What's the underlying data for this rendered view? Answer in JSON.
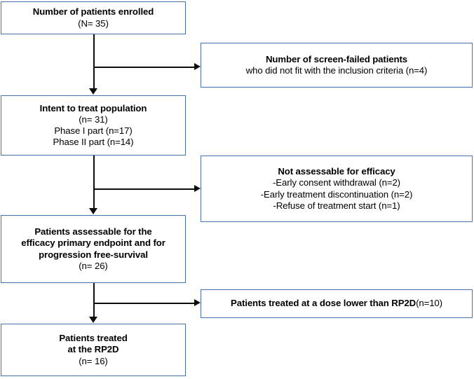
{
  "diagram": {
    "title": "Patient enrollment and analysis flow diagram",
    "type": "flowchart",
    "border_color": "#4472a8",
    "connector_color": "#0d0d0d",
    "background_color": "#ffffff"
  },
  "nodes": {
    "enrolled": {
      "lines": [
        {
          "text": "Number of patients enrolled",
          "bold": true
        },
        {
          "text": "(N= 35)",
          "bold": false
        }
      ],
      "heading": "Number of patients enrolled",
      "count_label": "(N= 35)",
      "count": 35
    },
    "screen_failed": {
      "lines": [
        {
          "text": "Number of screen-failed patients",
          "bold": true
        },
        {
          "text": "who did not fit with the inclusion criteria (n=4)",
          "bold": false
        }
      ],
      "heading": "Number of screen-failed patients",
      "detail": "who did not fit with the inclusion criteria (n=4)",
      "count": 4
    },
    "itt": {
      "lines": [
        {
          "text": "Intent to treat population",
          "bold": true
        },
        {
          "text": "(n= 31)",
          "bold": false
        },
        {
          "text": "Phase I part (n=17)",
          "bold": false
        },
        {
          "text": "Phase II part (n=14)",
          "bold": false
        }
      ],
      "heading": "Intent to treat population",
      "count_label": "(n= 31)",
      "count": 31,
      "phase_1": "Phase I part (n=17)",
      "phase_2": "Phase II part (n=14)"
    },
    "not_assessable": {
      "lines": [
        {
          "text": "Not assessable for efficacy",
          "bold": true
        },
        {
          "text": "-Early consent withdrawal (n=2)",
          "bold": false
        },
        {
          "text": "-Early treatment discontinuation (n=2)",
          "bold": false
        },
        {
          "text": "-Refuse of treatment start  (n=1)",
          "bold": false
        }
      ],
      "heading": "Not assessable for efficacy",
      "reasons": [
        "-Early consent withdrawal (n=2)",
        "-Early treatment discontinuation (n=2)",
        "-Refuse of treatment start  (n=1)"
      ]
    },
    "assessable": {
      "lines": [
        {
          "text": "Patients assessable for the",
          "bold": true
        },
        {
          "text": "efficacy primary endpoint and for",
          "bold": true
        },
        {
          "text": "progression free-survival",
          "bold": true
        },
        {
          "text": "(n= 26)",
          "bold": false
        }
      ],
      "heading": "Patients assessable for the efficacy primary endpoint and for progression free-survival",
      "count_label": "(n= 26)",
      "count": 26
    },
    "lower_dose": {
      "heading": "Patients treated at a dose lower than RP2D",
      "count_label": "(n=10)",
      "count": 10
    },
    "rp2d": {
      "lines": [
        {
          "text": "Patients treated",
          "bold": true
        },
        {
          "text": "at the RP2D",
          "bold": true
        },
        {
          "text": "(n= 16)",
          "bold": false
        }
      ],
      "heading": "Patients treated at the RP2D",
      "count_label": "(n= 16)",
      "count": 16
    }
  },
  "connectors": [
    {
      "name": "enrolled-to-itt",
      "from": "enrolled",
      "to": "itt",
      "direction": "down"
    },
    {
      "name": "enrolled-to-screen-failed",
      "from": "enrolled",
      "to": "screen_failed",
      "direction": "right"
    },
    {
      "name": "itt-to-assessable",
      "from": "itt",
      "to": "assessable",
      "direction": "down"
    },
    {
      "name": "itt-to-not-assessable",
      "from": "itt",
      "to": "not_assessable",
      "direction": "right"
    },
    {
      "name": "assessable-to-rp2d",
      "from": "assessable",
      "to": "rp2d",
      "direction": "down"
    },
    {
      "name": "assessable-to-lower-dose",
      "from": "assessable",
      "to": "lower_dose",
      "direction": "right"
    }
  ]
}
